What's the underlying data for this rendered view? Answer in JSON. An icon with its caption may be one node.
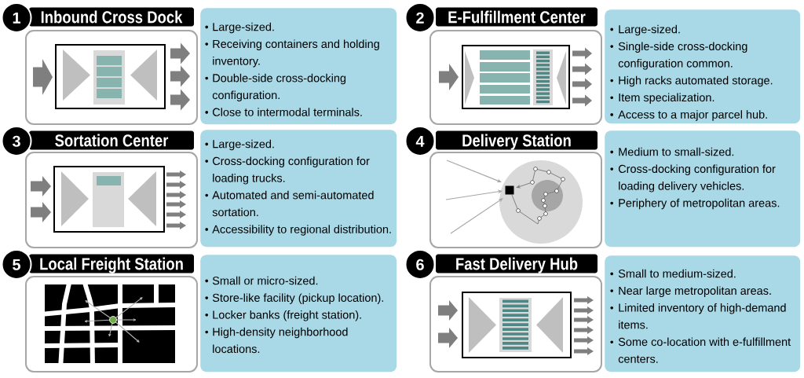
{
  "diagram": {
    "nodes": [
      {
        "text": [
          "1"
        ]
      },
      {
        "text": [
          "Inbound Cross Dock"
        ]
      },
      {
        "text": [],
        "shape": "picture"
      },
      {
        "text": [
          "Large-sized.",
          "Receiving containers and holding inventory.",
          "Double-side cross-docking configuration.",
          "Close to intermodal terminals."
        ]
      },
      {
        "text": [
          "2"
        ]
      },
      {
        "text": [
          "E-Fulfillment Center"
        ]
      },
      {
        "text": [],
        "shape": "picture"
      },
      {
        "text": [
          "Large-sized.",
          "Single-side cross-docking configuration common.",
          "High racks automated storage.",
          "Item specialization.",
          "Access to a major parcel hub."
        ]
      },
      {
        "text": [
          "3"
        ]
      },
      {
        "text": [
          "Sortation Center"
        ]
      },
      {
        "text": [],
        "shape": "picture"
      },
      {
        "text": [
          "Large-sized.",
          "Cross-docking configuration for loading trucks.",
          "Automated and semi-automated sortation.",
          "Accessibility to regional distribution."
        ]
      },
      {
        "text": [
          "4"
        ]
      },
      {
        "text": [
          "Delivery Station"
        ]
      },
      {
        "text": [],
        "shape": "picture"
      },
      {
        "text": [
          "Medium to small-sized.",
          "Cross-docking configuration for loading delivery vehicles.",
          "Periphery of metropolitan areas."
        ]
      },
      {
        "text": [
          "5"
        ]
      },
      {
        "text": [
          "Local Freight Station"
        ]
      },
      {
        "text": [],
        "shape": "picture"
      },
      {
        "text": [
          "Small or micro-sized.",
          "Store-like facility (pickup location).",
          "Locker banks (freight station).",
          "High-density neighborhood locations."
        ]
      },
      {
        "text": [
          "6"
        ]
      },
      {
        "text": [
          "Fast Delivery Hub"
        ]
      },
      {
        "text": [],
        "shape": "picture"
      },
      {
        "text": [
          "Small to medium-sized.",
          "Near large metropolitan areas.",
          "Limited inventory of high-demand items.",
          "Some co-location with e-fulfillment centers."
        ]
      }
    ]
  }
}
